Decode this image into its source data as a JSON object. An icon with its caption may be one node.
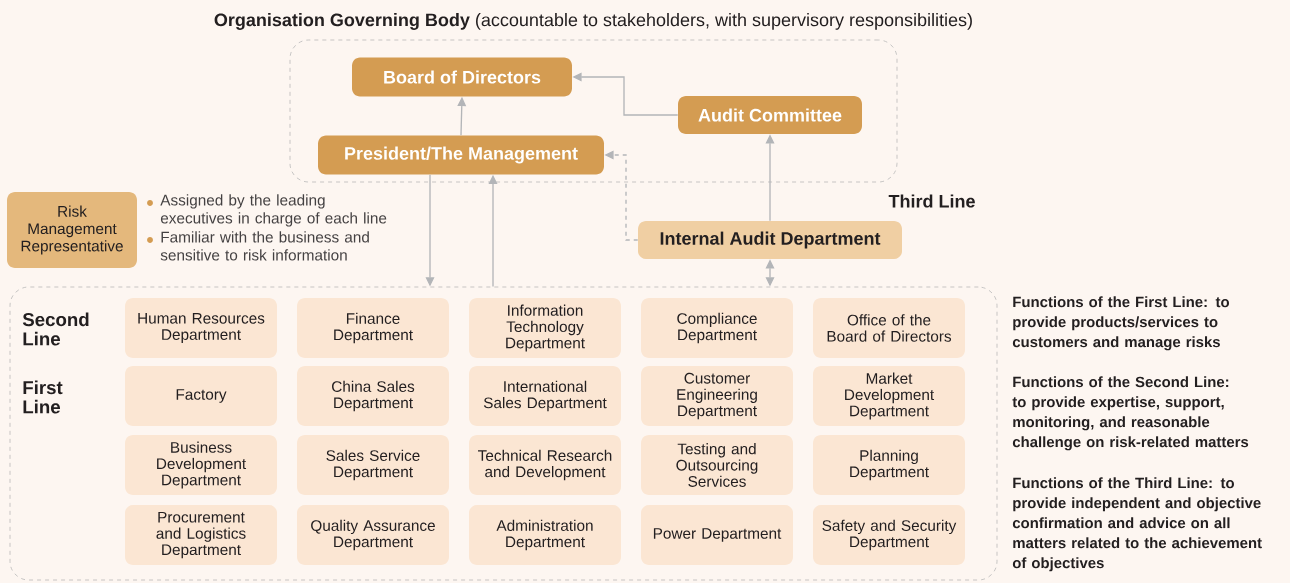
{
  "diagram": {
    "nodes": [
      {
        "text": [
          "**Organisation Governing Body** (accountable to stakeholders, with supervisory responsibilities)"
        ]
      },
      {
        "text": [
          "Board of Directors"
        ],
        "in": 0
      },
      {
        "text": [
          "Audit Committee"
        ],
        "in": 0
      },
      {
        "text": [
          "President/The Management"
        ],
        "in": 0
      },
      {
        "text": [
          "Internal Audit Department"
        ]
      },
      {
        "text": [
          "Risk Management Representative"
        ],
        "beside": [
          "Assigned by the leading executives in charge of each line",
          "Familiar with the business and sensitive to risk information"
        ]
      },
      {
        "text": [],
        "shape": "box"
      },
      {
        "text": [
          "Human Resources Department"
        ],
        "in": 6
      },
      {
        "text": [
          "Finance Department"
        ],
        "in": 6
      },
      {
        "text": [
          "Information Technology Department"
        ],
        "in": 6
      },
      {
        "text": [
          "Compliance Department"
        ],
        "in": 6
      },
      {
        "text": [
          "Office of the Board of Directors"
        ],
        "in": 6
      },
      {
        "text": [
          "Factory"
        ],
        "in": 6
      },
      {
        "text": [
          "China Sales Department"
        ],
        "in": 6
      },
      {
        "text": [
          "International Sales Department"
        ],
        "in": 6
      },
      {
        "text": [
          "Customer Engineering Department"
        ],
        "in": 6
      },
      {
        "text": [
          "Market Development Department"
        ],
        "in": 6
      },
      {
        "text": [
          "Business Development Department"
        ],
        "in": 6
      },
      {
        "text": [
          "Sales Service Department"
        ],
        "in": 6
      },
      {
        "text": [
          "Technical Research and Development"
        ],
        "in": 6
      },
      {
        "text": [
          "Testing and Outsourcing Services"
        ],
        "in": 6
      },
      {
        "text": [
          "Planning Department"
        ],
        "in": 6
      },
      {
        "text": [
          "Procurement and Logistics Department"
        ],
        "in": 6
      },
      {
        "text": [
          "Quality Assurance Department"
        ],
        "in": 6
      },
      {
        "text": [
          "Administration Department"
        ],
        "in": 6
      },
      {
        "text": [
          "Power Department"
        ],
        "in": 6
      },
      {
        "text": [
          "Safety and Security Department"
        ],
        "in": 6
      }
    ],
    "edges": [
      {
        "from": 3,
        "to": 1,
        "arrow": "to"
      },
      {
        "from": 2,
        "to": 1,
        "arrow": "to"
      },
      {
        "from": 4,
        "to": 2,
        "arrow": "to"
      },
      {
        "from": 4,
        "to": 3,
        "arrow": "to",
        "style": "dashed"
      },
      {
        "from": 3,
        "to": 6,
        "arrow": "to"
      },
      {
        "from": 6,
        "to": 3,
        "arrow": "to"
      },
      {
        "from": 4,
        "to": 6,
        "arrow": "both"
      }
    ],
    "labels": [
      "Third Line",
      "Second Line",
      "First Line",
      "Functions of the First Line: to provide products/services to customers and manage risks",
      "Functions of the Second Line: to provide expertise, support, monitoring, and reasonable challenge on risk-related matters",
      "Functions of the Third Line: to provide independent and objective confirmation and advice on all matters related to the achievement of objectives"
    ]
  }
}
